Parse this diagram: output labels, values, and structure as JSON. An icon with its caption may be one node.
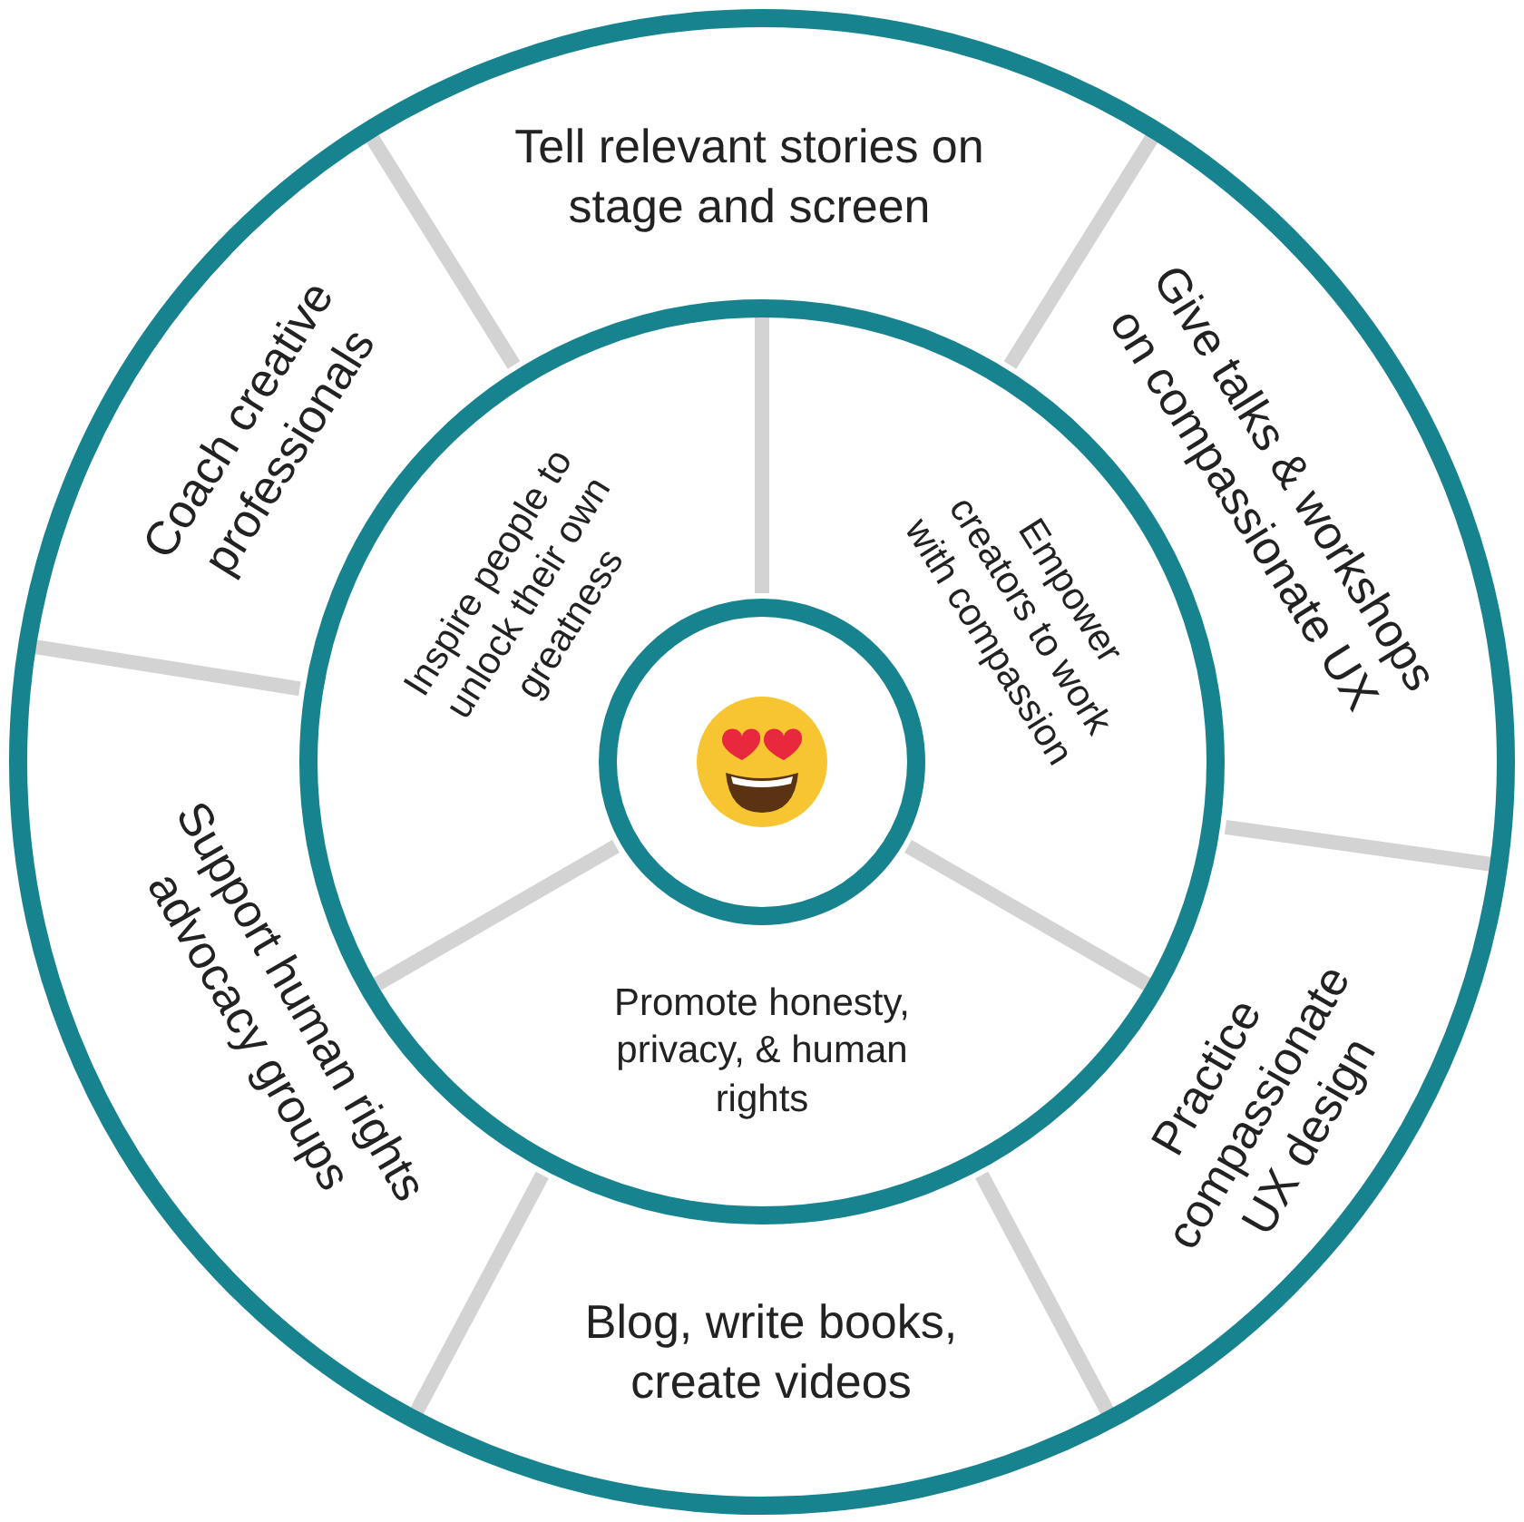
{
  "diagram": {
    "nodes": [
      {
        "text": [],
        "shape": "circle"
      },
      {
        "text": [],
        "shape": "circle",
        "in": 0
      },
      {
        "text": [],
        "shape": "circle",
        "in": 1
      }
    ],
    "labels": [
      "Tell relevant stories on stage and screen",
      "Coach creative professionals",
      "Give talks & workshops on compassionate UX",
      "Inspire people to unlock their own greatness",
      "Empower creators to work with compassion",
      "Support human rights advocacy groups",
      "Promote honesty, privacy, & human rights",
      "Practice compassionate UX design",
      "Blog, write books, create videos"
    ]
  }
}
